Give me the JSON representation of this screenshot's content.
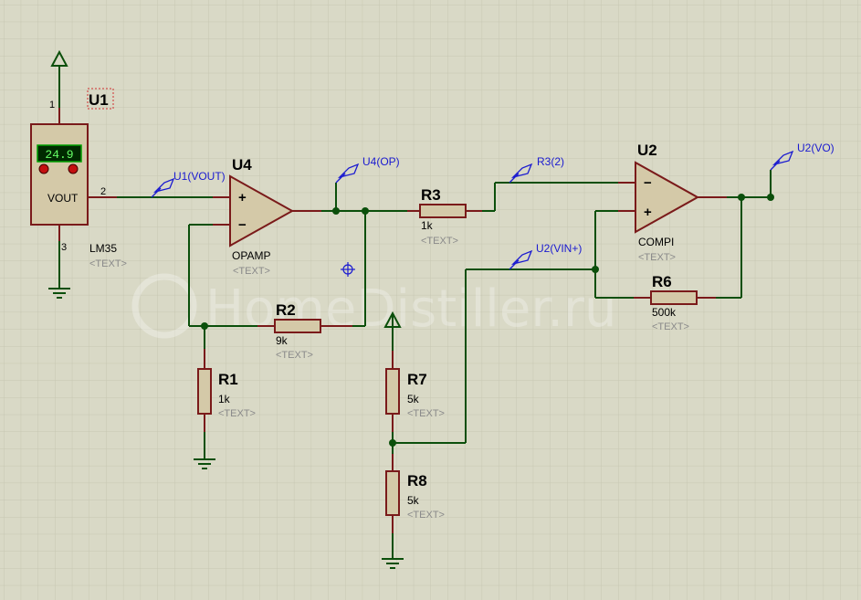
{
  "components": {
    "u1": {
      "ref": "U1",
      "part": "LM35",
      "display": "24.9",
      "pin_vout": "VOUT",
      "pin1": "1",
      "pin2": "2",
      "pin3": "3",
      "text": "<TEXT>"
    },
    "u4": {
      "ref": "U4",
      "part": "OPAMP",
      "plus": "+",
      "minus": "−",
      "text": "<TEXT>"
    },
    "u2": {
      "ref": "U2",
      "part": "COMPI",
      "plus": "+",
      "minus": "−",
      "text": "<TEXT>"
    },
    "r1": {
      "ref": "R1",
      "value": "1k",
      "text": "<TEXT>"
    },
    "r2": {
      "ref": "R2",
      "value": "9k",
      "text": "<TEXT>"
    },
    "r3": {
      "ref": "R3",
      "value": "1k",
      "text": "<TEXT>"
    },
    "r6": {
      "ref": "R6",
      "value": "500k",
      "text": "<TEXT>"
    },
    "r7": {
      "ref": "R7",
      "value": "5k",
      "text": "<TEXT>"
    },
    "r8": {
      "ref": "R8",
      "value": "5k",
      "text": "<TEXT>"
    }
  },
  "net_labels": {
    "u1_vout": "U1(VOUT)",
    "u4_op": "U4(OP)",
    "r3_2": "R3(2)",
    "u2_vin": "U2(VIN+)",
    "u2_vo": "U2(VO)"
  },
  "watermark": "HomeDistiller.ru",
  "colors": {
    "background": "#d9d9c6",
    "grid": "#c6c6b2",
    "wire": "#0b4f0b",
    "component_outline": "#7a1a1a",
    "component_fill": "#d4c9a8",
    "net_label": "#1a1ad0",
    "display": "#00a000"
  }
}
